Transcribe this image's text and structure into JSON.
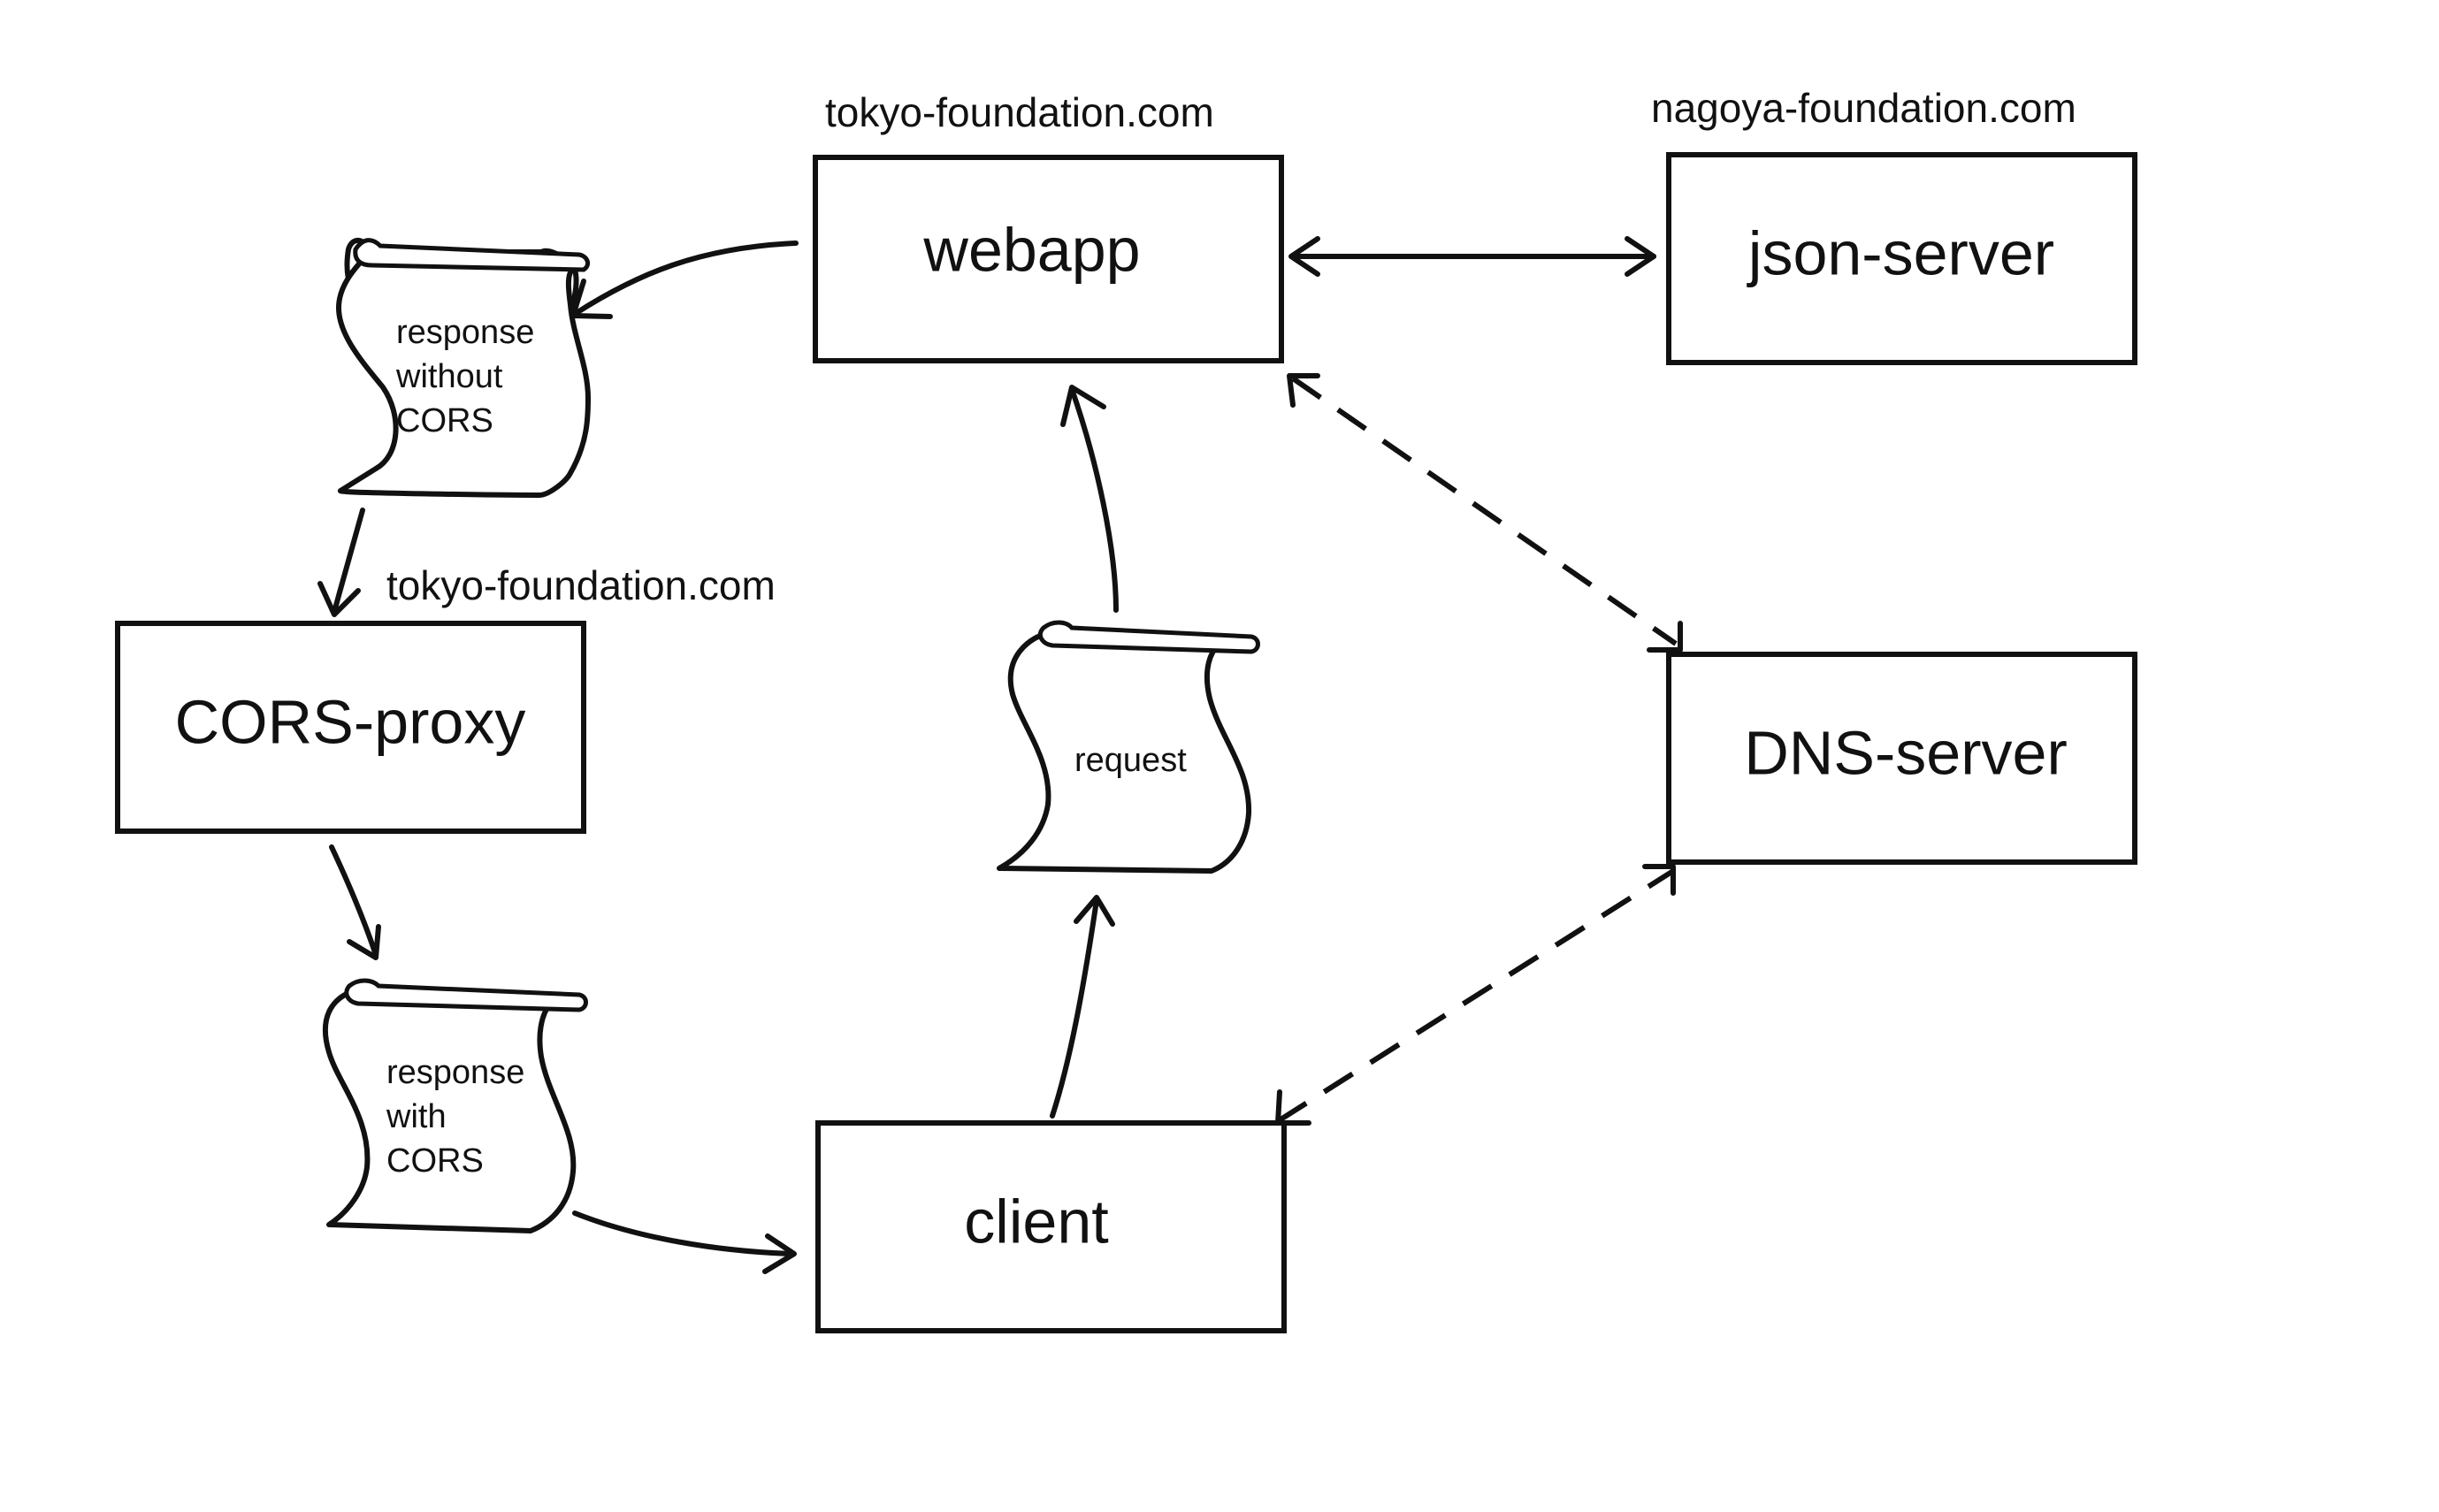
{
  "nodes": {
    "webapp": "webapp",
    "json_server": "json-server",
    "cors_proxy": "CORS-proxy",
    "dns_server": "DNS-server",
    "client": "client"
  },
  "domains": {
    "webapp_domain": "tokyo-foundation.com",
    "json_server_domain": "nagoya-foundation.com",
    "cors_proxy_domain": "tokyo-foundation.com"
  },
  "documents": {
    "response_without_cors": [
      "response",
      "without",
      "CORS"
    ],
    "request": [
      "request"
    ],
    "response_with_cors": [
      "response",
      "with",
      "CORS"
    ]
  }
}
